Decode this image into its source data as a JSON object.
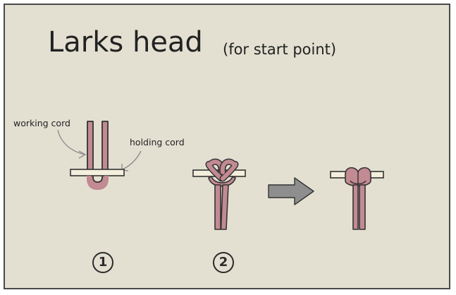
{
  "title": "Larks head",
  "subtitle": "(for start point)",
  "labels": {
    "working_cord": "working cord",
    "holding_cord": "holding cord"
  },
  "steps": [
    "1",
    "2"
  ],
  "colors": {
    "background": "#e3e0d2",
    "cord": "#c28a92",
    "holding_cord": "#f3efdc",
    "arrow": "#8e8e8e",
    "outline": "#333333"
  }
}
